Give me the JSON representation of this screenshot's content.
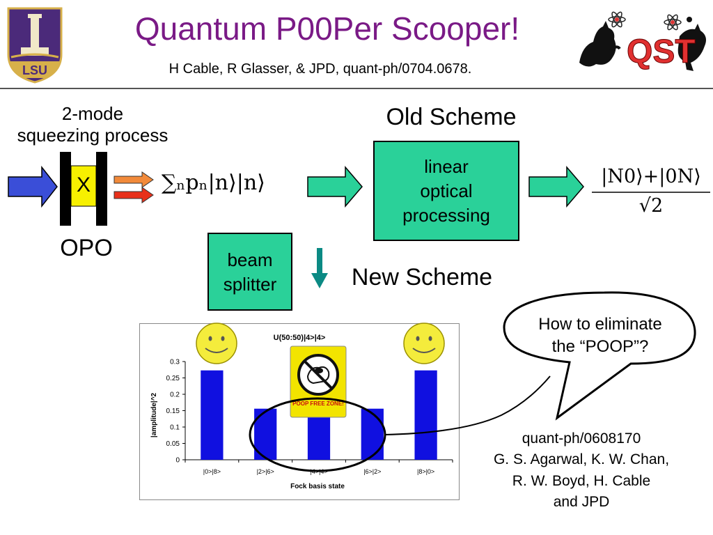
{
  "header": {
    "title": "Quantum P00Per Scooper!",
    "subtitle": "H Cable, R Glasser, & JPD, quant-ph/0704.0678.",
    "lsu_logo_text": "LSU",
    "qst_logo_text": "QST"
  },
  "diagram": {
    "opo_top_label_1": "2-mode",
    "opo_top_label_2": "squeezing process",
    "crystal_label": "X",
    "opo_label": "OPO",
    "state_formula": "∑ₙpₙ|n⟩|n⟩",
    "old_scheme_label": "Old Scheme",
    "linear_box_line1": "linear",
    "linear_box_line2": "optical",
    "linear_box_line3": "processing",
    "noon_numerator": "|N0⟩+|0N⟩",
    "noon_denominator": "√2",
    "beam_splitter_line1": "beam",
    "beam_splitter_line2": "splitter",
    "new_scheme_label": "New Scheme",
    "colors": {
      "box": "#2ad199",
      "input_arrow": "#3a4ed8",
      "title": "#7a1a86"
    }
  },
  "callout": {
    "line1": "How to eliminate",
    "line2": "the “POOP”?"
  },
  "sign": {
    "text": "POOP FREE ZONE!"
  },
  "reference": {
    "line1": "quant-ph/0608170",
    "line2": "G. S. Agarwal, K. W. Chan,",
    "line3": "R. W. Boyd, H. Cable",
    "line4": "and JPD"
  },
  "chart_data": {
    "type": "bar",
    "title": "U(50:50)|4>|4>",
    "xlabel": "Fock basis state",
    "ylabel": "|amplitude|^2",
    "categories": [
      "|0>|8>",
      "|2>|6>",
      "|4>|4>",
      "|6>|2>",
      "|8>|0>"
    ],
    "values": [
      0.273,
      0.156,
      0.13,
      0.156,
      0.273
    ],
    "ylim": [
      0,
      0.3
    ],
    "yticks": [
      "0",
      "0.05",
      "0.1",
      "0.15",
      "0.2",
      "0.25",
      "0.3"
    ],
    "bar_color": "#1010e0",
    "grid": false,
    "legend": "none"
  }
}
